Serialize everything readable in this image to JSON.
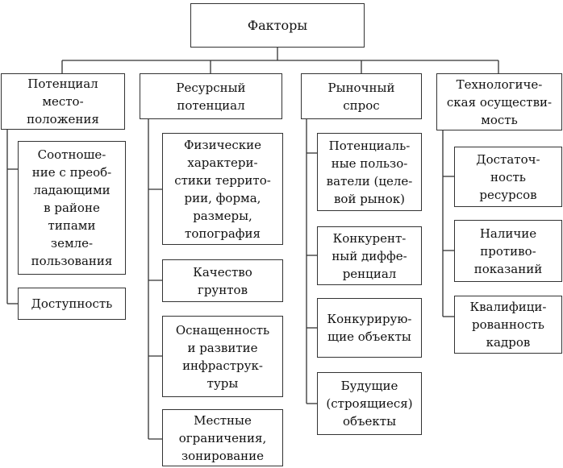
{
  "root": {
    "label": "Факторы"
  },
  "groups": [
    {
      "label": "Потенциал\nместо-\nположения",
      "items": [
        "Соотноше-\nние с преоб-\nладающими\nв районе\nтипами\nземле-\nпользования",
        "Доступность"
      ]
    },
    {
      "label": "Ресурсный\nпотенциал",
      "items": [
        "Физические\nхарактери-\nстики террито-\nрии, форма,\nразмеры,\nтопография",
        "Качество\nгрунтов",
        "Оснащенность\nи развитие\nинфраструк-\nтуры",
        "Местные\nограничения,\nзонирование"
      ]
    },
    {
      "label": "Рыночный\nспрос",
      "items": [
        "Потенциаль-\nные пользо-\nватели (целе-\nвой рынок)",
        "Конкурент-\nный диффе-\nренциал",
        "Конкурирую-\nщие объекты",
        "Будущие\n(строящиеся)\nобъекты"
      ]
    },
    {
      "label": "Технологиче-\nская осуществи-\nмость",
      "items": [
        "Достаточ-\nность\nресурсов",
        "Наличие\nпротиво-\nпоказаний",
        "Квалифици-\nрованность\nкадров"
      ]
    }
  ]
}
